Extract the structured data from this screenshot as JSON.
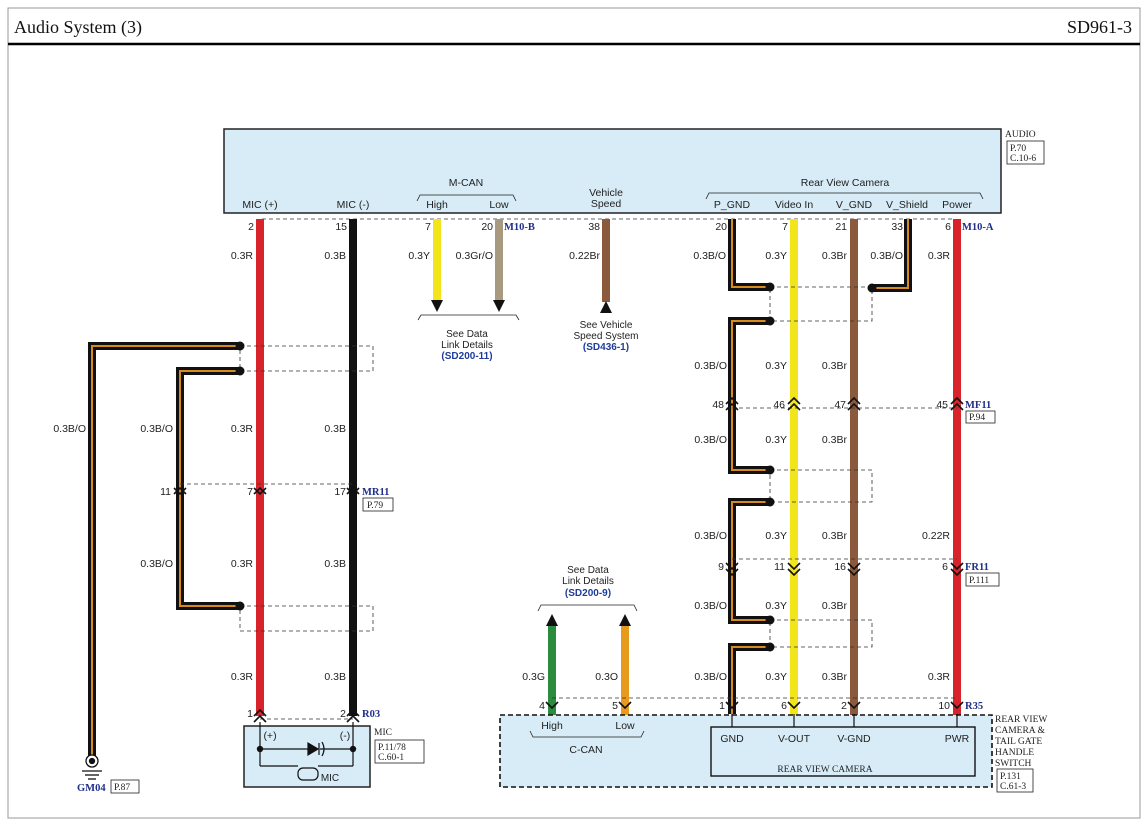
{
  "header": {
    "title": "Audio System (3)",
    "code": "SD961-3"
  },
  "audio": {
    "name": "AUDIO",
    "ref1": "P.70",
    "ref2": "C.10-6",
    "mic_plus": "MIC (+)",
    "mic_minus": "MIC (-)",
    "mcan": "M-CAN",
    "high": "High",
    "low": "Low",
    "vehicle": "Vehicle",
    "speed": "Speed",
    "rvc": "Rear View Camera",
    "p_gnd": "P_GND",
    "video_in": "Video In",
    "v_gnd": "V_GND",
    "v_shield": "V_Shield",
    "power": "Power",
    "conn_b": "M10-B",
    "conn_a": "M10-A"
  },
  "pins_top": {
    "p2": "2",
    "p15": "15",
    "p7a": "7",
    "p20a": "20",
    "p38": "38",
    "p20b": "20",
    "p7b": "7",
    "p21": "21",
    "p33": "33",
    "p6": "6"
  },
  "wires": {
    "r": "0.3R",
    "b": "0.3B",
    "y": "0.3Y",
    "gro": "0.3Gr/O",
    "br022": "0.22Br",
    "bo": "0.3B/O",
    "br": "0.3Br",
    "r022": "0.22R",
    "g": "0.3G",
    "o": "0.3O"
  },
  "links": {
    "dl1_a": "See Data",
    "dl1_b": "Link Details",
    "dl1_c": "(SD200-11)",
    "vs_a": "See Vehicle",
    "vs_b": "Speed System",
    "vs_c": "(SD436-1)",
    "dl2_a": "See Data",
    "dl2_b": "Link Details",
    "dl2_c": "(SD200-9)"
  },
  "mf11": {
    "name": "MF11",
    "ref": "P.94",
    "p48": "48",
    "p46": "46",
    "p47": "47",
    "p45": "45"
  },
  "mr11": {
    "name": "MR11",
    "ref": "P.79",
    "p11": "11",
    "p7": "7",
    "p17": "17"
  },
  "fr11": {
    "name": "FR11",
    "ref": "P.111",
    "p9": "9",
    "p11": "11",
    "p16": "16",
    "p6": "6"
  },
  "r03": {
    "name": "R03",
    "p1": "1",
    "p2": "2"
  },
  "mic": {
    "name": "MIC",
    "ref1": "P.11/78",
    "ref2": "C.60-1",
    "plus": "(+)",
    "minus": "(-)",
    "label": "MIC"
  },
  "gm04": {
    "name": "GM04",
    "ref": "P.87"
  },
  "r35": {
    "name": "R35",
    "p4": "4",
    "p5": "5",
    "p1": "1",
    "p6": "6",
    "p2": "2",
    "p10": "10"
  },
  "camera": {
    "high": "High",
    "low": "Low",
    "ccan": "C-CAN",
    "gnd": "GND",
    "vout": "V-OUT",
    "vgnd": "V-GND",
    "pwr": "PWR",
    "name": "REAR VIEW CAMERA",
    "comp1": "REAR VIEW",
    "comp2": "CAMERA &",
    "comp3": "TAIL GATE",
    "comp4": "HANDLE",
    "comp5": "SWITCH",
    "ref1": "P.131",
    "ref2": "C.61-3"
  },
  "colors": {
    "red": "#d8232a",
    "black": "#111111",
    "yellow": "#f2e51c",
    "brown": "#8b5a3c",
    "tan": "#a89a80",
    "green": "#2a8c3c",
    "orange": "#e79a1e",
    "orange_stripe": "#d98a1f",
    "blue_fill": "#d7ecf7",
    "link_blue": "#1f3c9a"
  }
}
